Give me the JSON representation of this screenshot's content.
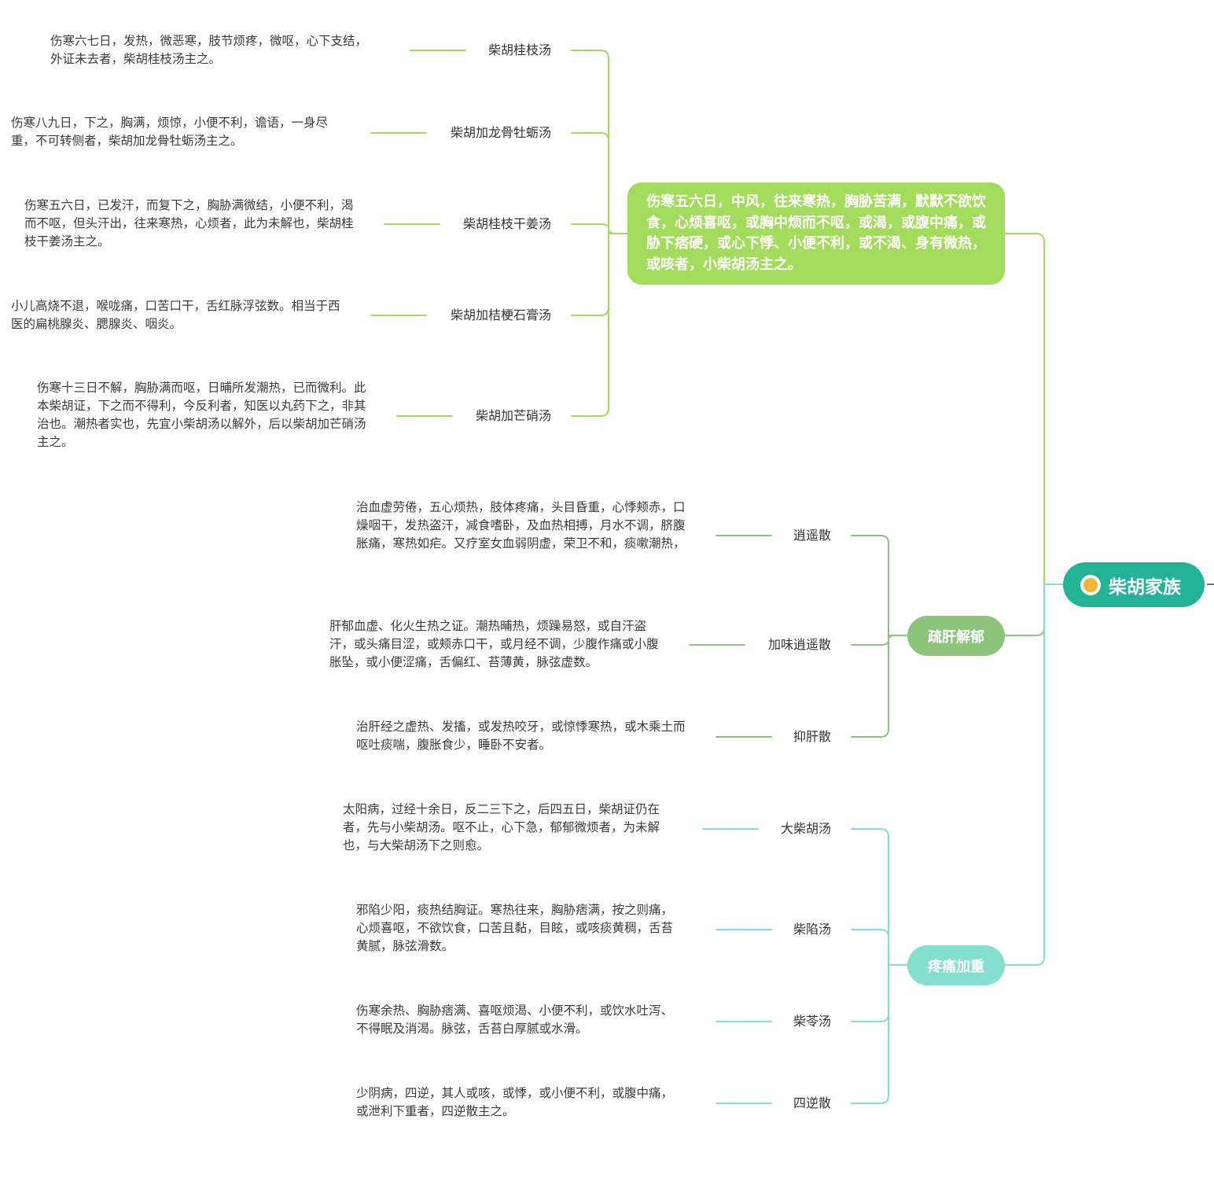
{
  "root": {
    "label": "柴胡家族",
    "icon": "logo-icon",
    "color": "#23b397"
  },
  "branch_main": {
    "text": "伤寒五六日，中风，往来寒热，胸胁苦满，默默不欲饮食，心烦喜呕，或胸中烦而不呕，或渴，或腹中痛，或胁下痞硬，或心下悸、小便不利，或不渴、身有微热，或咳者，小柴胡汤主之。",
    "color": "#a3dc5c",
    "children": [
      {
        "name": "柴胡桂枝汤",
        "desc": "伤寒六七日，发热，微恶寒，肢节烦疼，微呕，心下支结，外证未去者，柴胡桂枝汤主之。"
      },
      {
        "name": "柴胡加龙骨牡蛎汤",
        "desc": "伤寒八九日，下之，胸满，烦惊，小便不利，谵语，一身尽重，不可转侧者，柴胡加龙骨牡蛎汤主之。"
      },
      {
        "name": "柴胡桂枝干姜汤",
        "desc": "伤寒五六日，已发汗，而复下之，胸胁满微结，小便不利，渴而不呕，但头汗出，往来寒热，心烦者，此为未解也，柴胡桂枝干姜汤主之。"
      },
      {
        "name": "柴胡加桔梗石膏汤",
        "desc": "小儿高烧不退，喉咙痛，口苦口干，舌红脉浮弦数。相当于西医的扁桃腺炎、腮腺炎、咽炎。"
      },
      {
        "name": "柴胡加芒硝汤",
        "desc": "伤寒十三日不解，胸胁满而呕，日晡所发潮热，已而微利。此本柴胡证，下之而不得利，今反利者，知医以丸药下之，非其治也。潮热者实也，先宜小柴胡汤以解外，后以柴胡加芒硝汤主之。"
      }
    ]
  },
  "branch_liver": {
    "label": "疏肝解郁",
    "color": "#8dc47c",
    "children": [
      {
        "name": "逍遥散",
        "desc": "治血虚劳倦，五心烦热，肢体疼痛，头目昏重，心悸颊赤，口燥咽干，发热盗汗，减食嗜卧，及血热相搏，月水不调，脐腹胀痛，寒热如疟。又疗室女血弱阴虚，荣卫不和，痰嗽潮热，"
      },
      {
        "name": "加味逍遥散",
        "desc": "肝郁血虚、化火生热之证。潮热晡热，烦躁易怒，或自汗盗汗，或头痛目涩，或颊赤口干，或月经不调，少腹作痛或小腹胀坠，或小便涩痛，舌偏红、苔薄黄，脉弦虚数。"
      },
      {
        "name": "抑肝散",
        "desc": "治肝经之虚热、发搐，或发热咬牙，或惊悸寒热，或木乘土而呕吐痰喘，腹胀食少，睡卧不安者。"
      }
    ]
  },
  "branch_pain": {
    "label": "疼痛加重",
    "color": "#84e0cc",
    "children": [
      {
        "name": "大柴胡汤",
        "desc": "太阳病，过经十余日，反二三下之，后四五日，柴胡证仍在者，先与小柴胡汤。呕不止，心下急，郁郁微烦者，为未解也，与大柴胡汤下之则愈。"
      },
      {
        "name": "柴陷汤",
        "desc": "邪陷少阳，痰热结胸证。寒热往来，胸胁痞满，按之则痛，心烦喜呕，不欲饮食，口苦且黏，目眩，或咳痰黄稠，舌苔黄腻，脉弦滑数。"
      },
      {
        "name": "柴苓汤",
        "desc": "伤寒余热、胸胁痞满、喜呕烦渴、小便不利，或饮水吐泻、不得眠及消渴。脉弦，舌苔白厚腻或水滑。"
      },
      {
        "name": "四逆散",
        "desc": "少阴病，四逆，其人或咳，或悸，或小便不利，或腹中痛，或泄利下重者，四逆散主之。"
      }
    ]
  }
}
